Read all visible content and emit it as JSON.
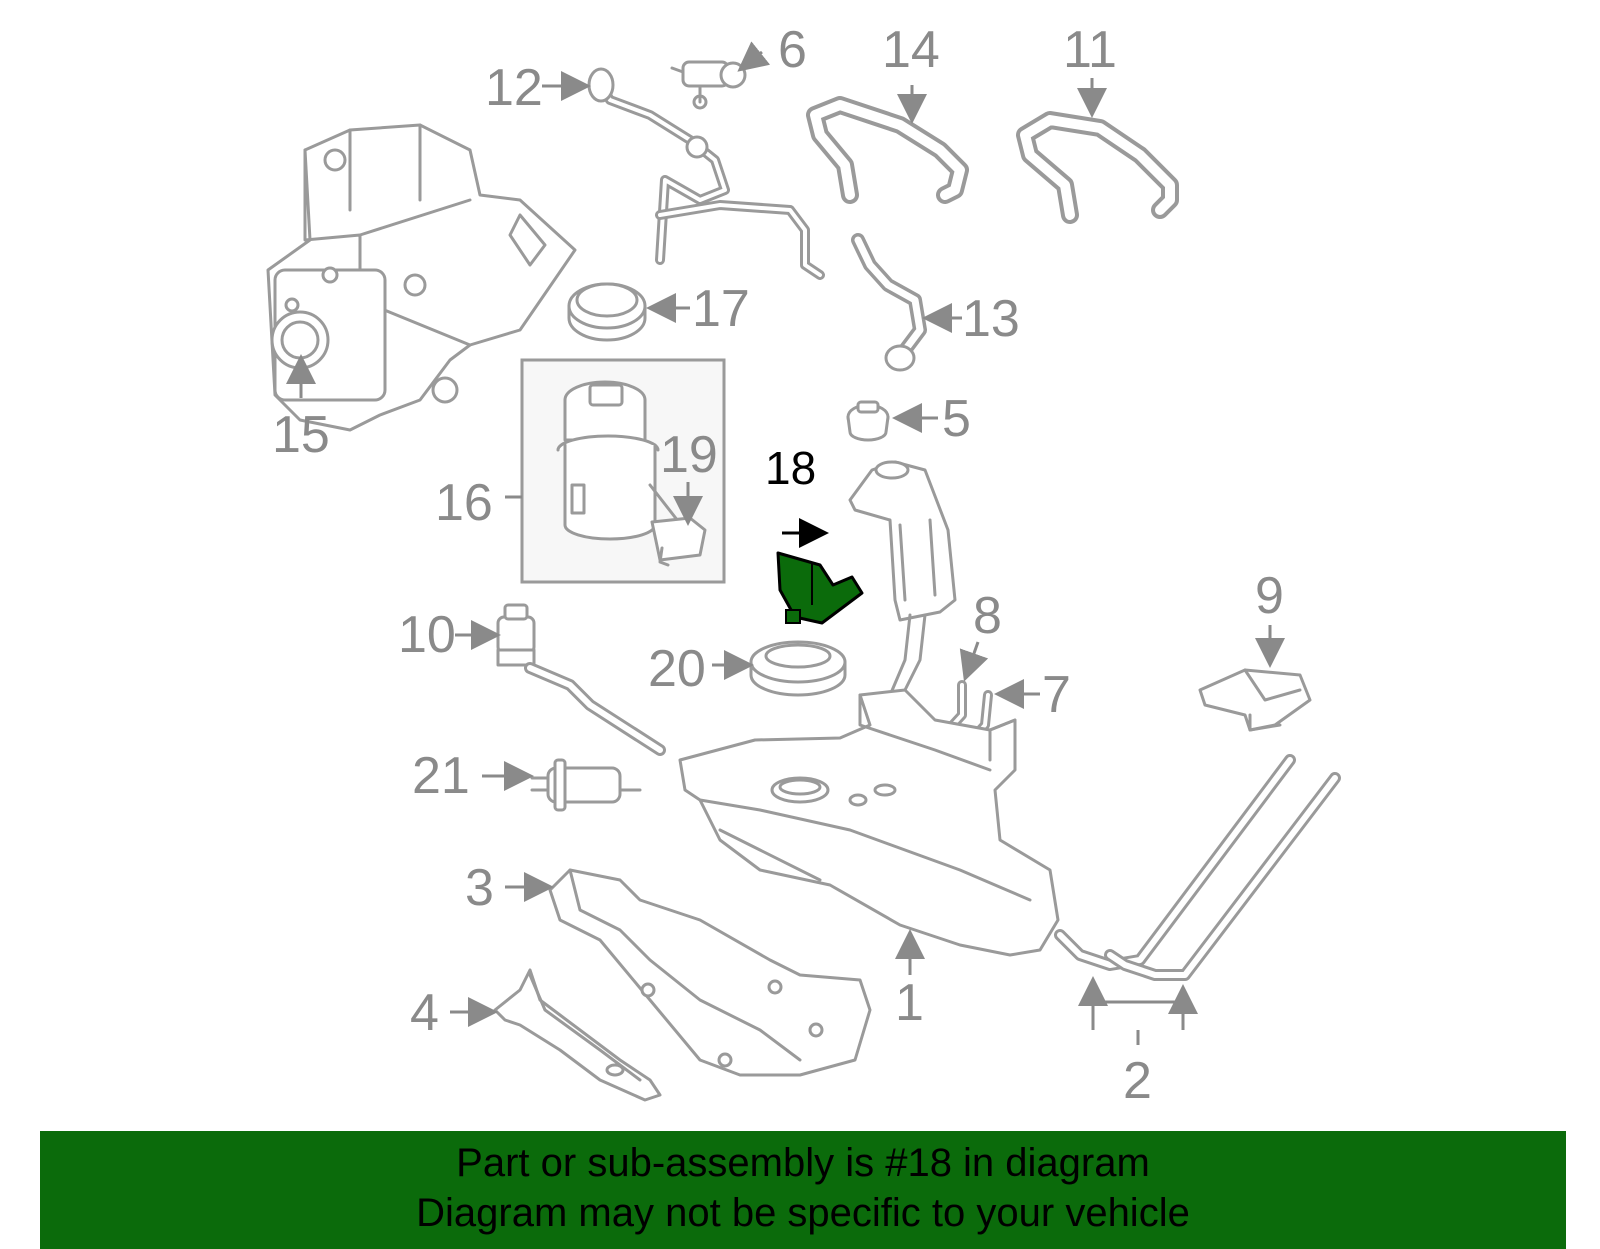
{
  "labels": {
    "p1": "1",
    "p2": "2",
    "p3": "3",
    "p4": "4",
    "p5": "5",
    "p6": "6",
    "p7": "7",
    "p8": "8",
    "p9": "9",
    "p10": "10",
    "p11": "11",
    "p12": "12",
    "p13": "13",
    "p14": "14",
    "p15": "15",
    "p16": "16",
    "p17": "17",
    "p18": "18",
    "p19": "19",
    "p20": "20",
    "p21": "21"
  },
  "highlight": {
    "part_number": "18",
    "color": "#0b6b0b"
  },
  "banner": {
    "line1": "Part or sub-assembly is #18 in diagram",
    "line2": "Diagram may not be specific to your vehicle",
    "background": "#0b6b0b"
  }
}
